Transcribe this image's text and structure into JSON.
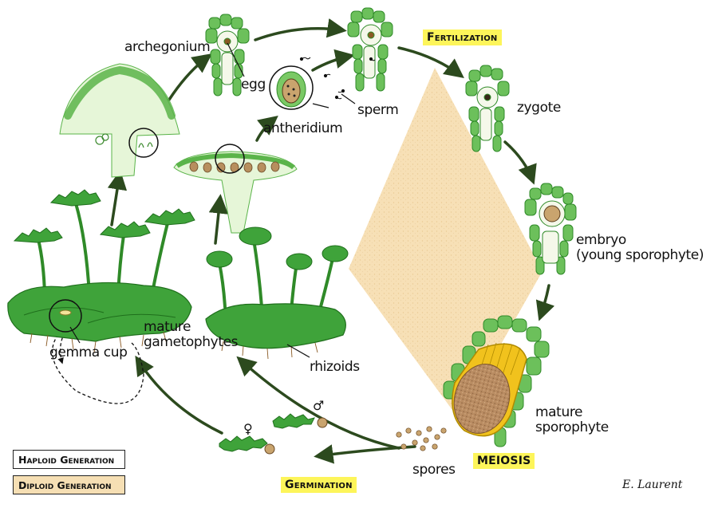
{
  "labels": {
    "archegonium": "archegonium",
    "egg": "egg",
    "antheridium": "antheridium",
    "sperm": "sperm",
    "zygote": "zygote",
    "embryo_line1": "embryo",
    "embryo_line2": "(young sporophyte)",
    "mature_sporophyte_line1": "mature",
    "mature_sporophyte_line2": "sporophyte",
    "spores": "spores",
    "rhizoids": "rhizoids",
    "mature_gametophytes_line1": "mature",
    "mature_gametophytes_line2": "gametophytes",
    "gemma_cup": "gemma cup"
  },
  "stages": {
    "fertilization": "Fertilization",
    "meiosis": "MEIOSIS",
    "germination": "Germination"
  },
  "symbols": {
    "female": "♀",
    "male": "♂"
  },
  "legend": {
    "haploid": "Haploid Generation",
    "diploid": "Diploid Generation"
  },
  "credit": "E. Laurent",
  "colors": {
    "green_dark": "#2f8a28",
    "green_mid": "#4bb43a",
    "green_light": "#e6f6d8",
    "diploid_fill": "#f6dfb4",
    "highlight": "#fdf55a",
    "arrow": "#2c4a1e"
  }
}
